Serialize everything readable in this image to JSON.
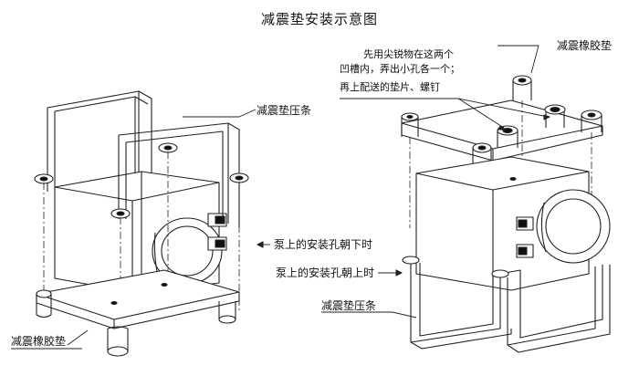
{
  "title": "减震垫安装示意图",
  "labels": {
    "left_strip": "减震垫压条",
    "left_pad": "减震橡胶垫",
    "pump_down": "泵上的安装孔朝下时",
    "pump_up": "泵上的安装孔朝上时",
    "right_pad": "减震橡胶垫",
    "right_strip": "减震垫压条"
  },
  "note": {
    "line1": "先用尖锐物在这两个",
    "line2": "凹槽内，弄出小孔各一个；",
    "line3": "再上配送的垫片、螺钉"
  }
}
